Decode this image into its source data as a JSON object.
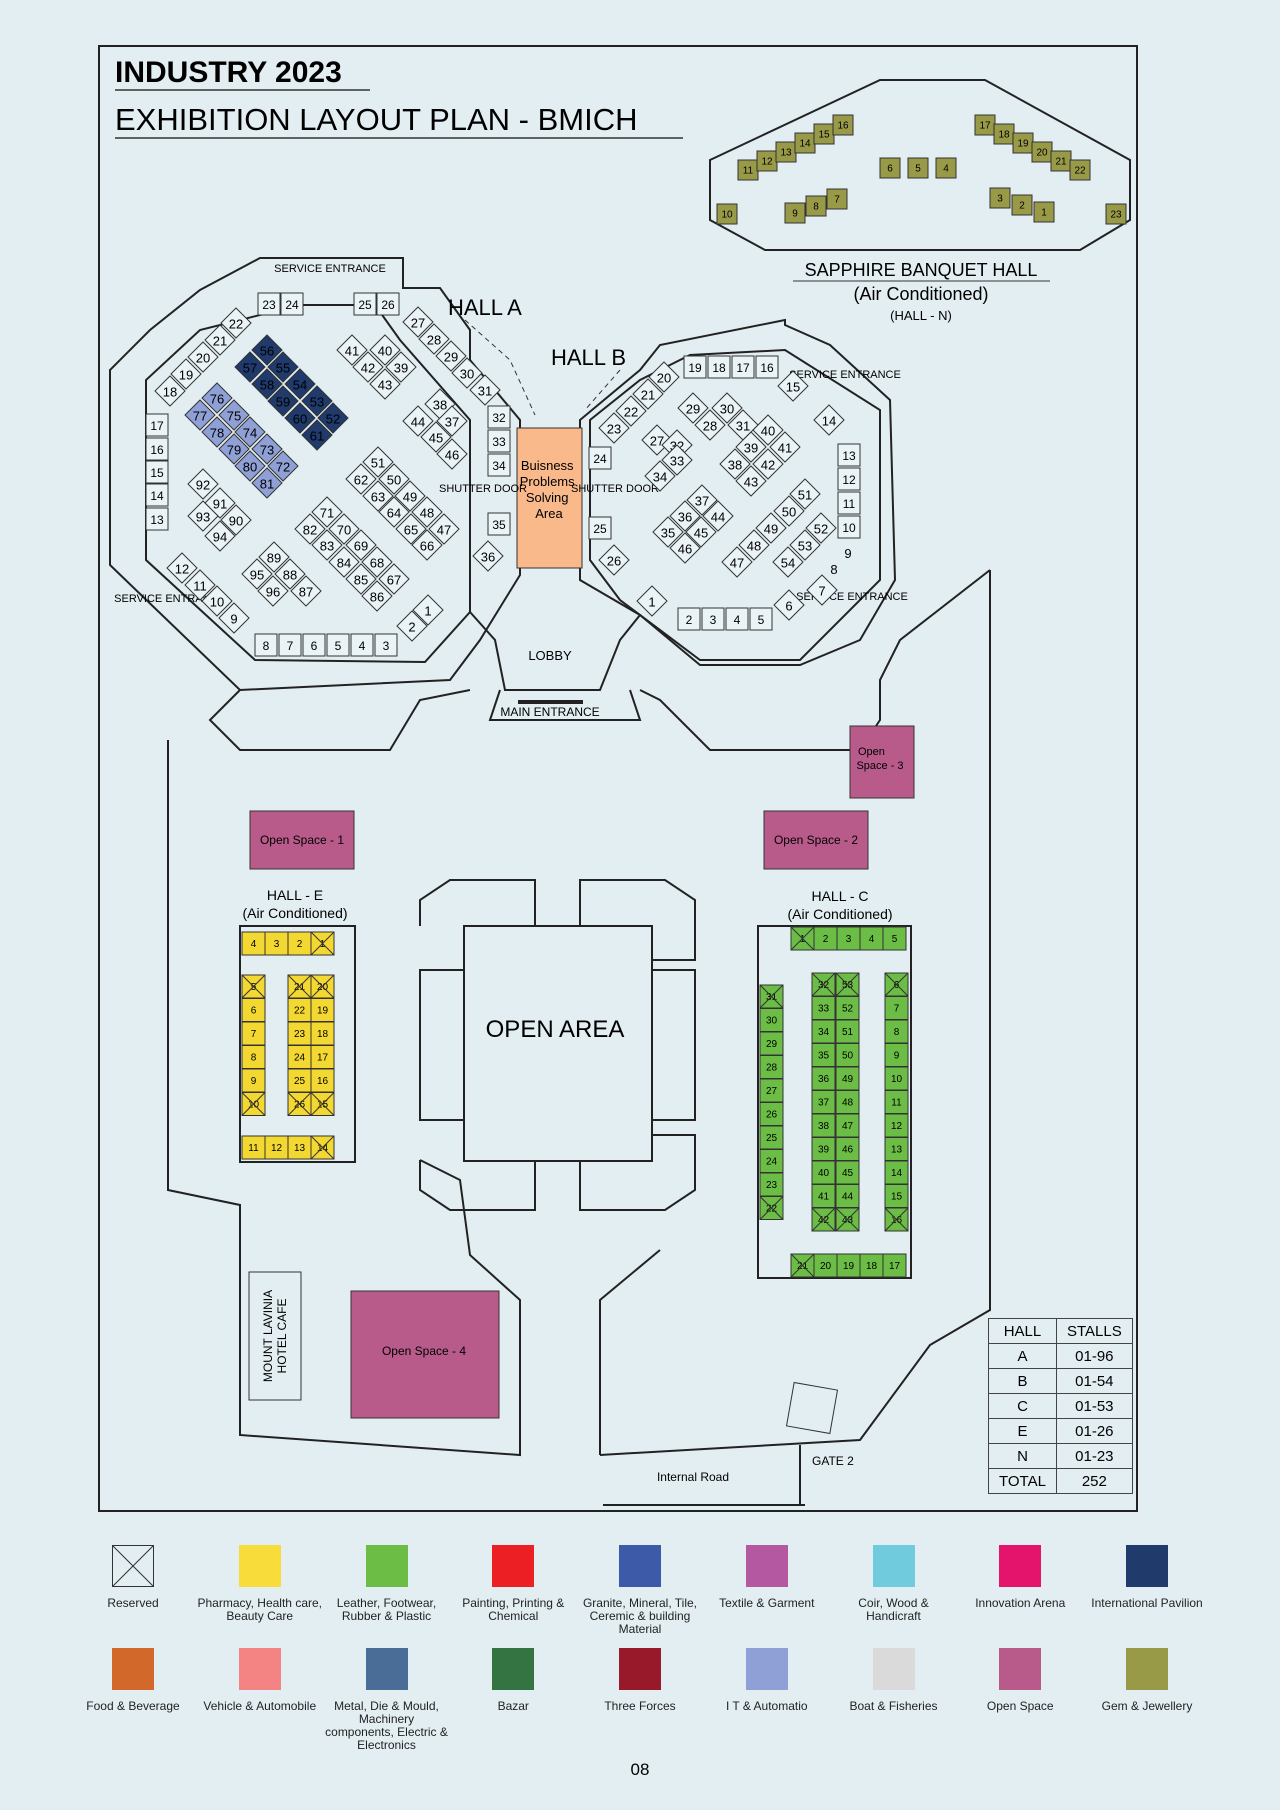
{
  "header": {
    "title": "INDUSTRY 2023",
    "subtitle": "EXHIBITION LAYOUT PLAN - BMICH"
  },
  "labels": {
    "hall_a": "HALL A",
    "hall_b": "HALL  B",
    "sapphire": "SAPPHIRE BANQUET HALL",
    "air_conditioned": "(Air Conditioned)",
    "hall_n": "(HALL - N)",
    "service_entrance": "SERVICE ENTRANCE",
    "shutter_door": "SHUTTER DOOR",
    "business_area": [
      "Buisness",
      "Problems",
      "Solving",
      "Area"
    ],
    "lobby": "LOBBY",
    "main_entrance": "MAIN ENTRANCE",
    "open_space_1": "Open Space - 1",
    "open_space_2": "Open Space - 2",
    "open_space_3": [
      "Open",
      "Space - 3"
    ],
    "open_space_4": "Open Space - 4",
    "hall_e": "HALL - E",
    "hall_c": "HALL - C",
    "open_area": "OPEN AREA",
    "cafe": [
      "MOUNT LAVINIA",
      "HOTEL CAFE"
    ],
    "internal_road": "Internal Road",
    "gate2": "GATE 2"
  },
  "stall_table": {
    "headers": [
      "HALL",
      "STALLS"
    ],
    "rows": [
      [
        "A",
        "01-96"
      ],
      [
        "B",
        "01-54"
      ],
      [
        "C",
        "01-53"
      ],
      [
        "E",
        "01-26"
      ],
      [
        "N",
        "01-23"
      ],
      [
        "TOTAL",
        "252"
      ]
    ]
  },
  "colors": {
    "pharmacy": "#f4d832",
    "leather": "#6cbd45",
    "open_space": "#b85b8a",
    "business": "#f9b98a",
    "intl": "#1f3a6b",
    "it": "#8ea0d6",
    "gem": "#999a48"
  },
  "legend": [
    [
      {
        "label": "Reserved",
        "color": "reserved"
      },
      {
        "label": "Pharmacy, Health care, Beauty Care",
        "color": "#f7dc3a"
      },
      {
        "label": "Leather, Footwear, Rubber & Plastic",
        "color": "#6cbd45"
      },
      {
        "label": "Painting, Printing & Chemical",
        "color": "#ec2024"
      },
      {
        "label": "Granite, Mineral, Tile, Ceremic & building Material",
        "color": "#3c5aa8"
      },
      {
        "label": "Textile & Garment",
        "color": "#b558a2"
      },
      {
        "label": "Coir, Wood & Handicraft",
        "color": "#70cbdd"
      },
      {
        "label": "Innovation Arena",
        "color": "#e4136b"
      },
      {
        "label": "International Pavilion",
        "color": "#1f3a6b"
      }
    ],
    [
      {
        "label": "Food & Beverage",
        "color": "#d2692b"
      },
      {
        "label": "Vehicle & Automobile",
        "color": "#f48383"
      },
      {
        "label": "Metal, Die & Mould, Machinery components, Electric & Electronics",
        "color": "#4a6d97"
      },
      {
        "label": "Bazar",
        "color": "#347443"
      },
      {
        "label": "Three Forces",
        "color": "#98192a"
      },
      {
        "label": "I T & Automatio",
        "color": "#8ea0d6"
      },
      {
        "label": "Boat & Fisheries",
        "color": "#dadada"
      },
      {
        "label": "Open Space",
        "color": "#b85b8a"
      },
      {
        "label": "Gem & Jewellery",
        "color": "#999a48"
      }
    ]
  ],
  "stalls": {
    "hall_a_diag": [
      "56",
      "57",
      "55",
      "58",
      "54",
      "59",
      "53",
      "60",
      "52",
      "61",
      "76",
      "77",
      "75",
      "78",
      "74",
      "79",
      "73",
      "80",
      "72",
      "81",
      "41",
      "40",
      "42",
      "39",
      "43",
      "38",
      "44",
      "37",
      "45",
      "46",
      "51",
      "62",
      "50",
      "63",
      "49",
      "64",
      "48",
      "65",
      "47",
      "66",
      "71",
      "82",
      "70",
      "83",
      "69",
      "84",
      "68",
      "85",
      "67",
      "86",
      "92",
      "91",
      "93",
      "90",
      "94",
      "89",
      "95",
      "88",
      "96",
      "87",
      "22",
      "21",
      "20",
      "19",
      "18",
      "27",
      "28",
      "29",
      "30",
      "31",
      "12",
      "11",
      "10",
      "9",
      "1",
      "2",
      "36"
    ],
    "hall_a_sq": [
      "23",
      "24",
      "25",
      "26",
      "17",
      "16",
      "15",
      "14",
      "13",
      "32",
      "33",
      "34",
      "35",
      "8",
      "7",
      "6",
      "5",
      "4",
      "3"
    ],
    "hall_b_diag": [
      "20",
      "21",
      "22",
      "23",
      "29",
      "30",
      "28",
      "31",
      "27",
      "32",
      "33",
      "34",
      "40",
      "39",
      "41",
      "38",
      "42",
      "43",
      "51",
      "50",
      "52",
      "49",
      "53",
      "48",
      "54",
      "47",
      "37",
      "36",
      "44",
      "35",
      "45",
      "46",
      "15",
      "14",
      "26",
      "7",
      "6",
      "1"
    ],
    "hall_b_sq": [
      "19",
      "18",
      "17",
      "16",
      "24",
      "25",
      "13",
      "12",
      "11",
      "10",
      "2",
      "3",
      "4",
      "5"
    ],
    "hall_b_side": [
      "9",
      "8"
    ],
    "hall_n_left": [
      "11",
      "12",
      "13",
      "14",
      "15",
      "16"
    ],
    "hall_n_right": [
      "17",
      "18",
      "19",
      "20",
      "21",
      "22"
    ],
    "hall_n_mid": [
      "6",
      "5",
      "4"
    ],
    "hall_n_bl": [
      "9",
      "8",
      "7"
    ],
    "hall_n_br": [
      "3",
      "2",
      "1"
    ],
    "hall_n_ends": [
      "10",
      "23"
    ],
    "hall_e_top": [
      "4",
      "3",
      "2",
      "1"
    ],
    "hall_e_left": [
      "5",
      "6",
      "7",
      "8",
      "9",
      "10"
    ],
    "hall_e_c1": [
      "21",
      "22",
      "23",
      "24",
      "25",
      "26"
    ],
    "hall_e_c2": [
      "20",
      "19",
      "18",
      "17",
      "16",
      "15"
    ],
    "hall_e_bottom": [
      "11",
      "12",
      "13",
      "14"
    ],
    "hall_c_top": [
      "1",
      "2",
      "3",
      "4",
      "5"
    ],
    "hall_c_left": [
      "31",
      "30",
      "29",
      "28",
      "27",
      "26",
      "25",
      "24",
      "23",
      "22"
    ],
    "hall_c_c1": [
      "32",
      "33",
      "34",
      "35",
      "36",
      "37",
      "38",
      "39",
      "40",
      "41",
      "42"
    ],
    "hall_c_c2": [
      "53",
      "52",
      "51",
      "50",
      "49",
      "48",
      "47",
      "46",
      "45",
      "44",
      "43"
    ],
    "hall_c_right": [
      "6",
      "7",
      "8",
      "9",
      "10",
      "11",
      "12",
      "13",
      "14",
      "15",
      "16"
    ],
    "hall_c_bottom": [
      "21",
      "20",
      "19",
      "18",
      "17"
    ]
  }
}
